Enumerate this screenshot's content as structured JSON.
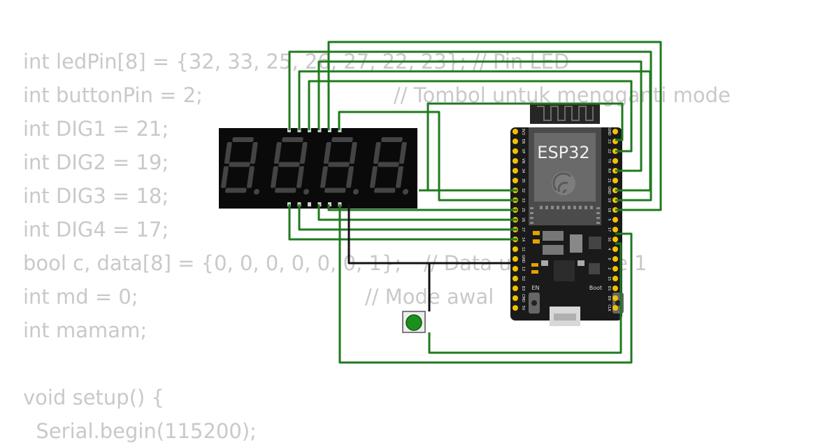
{
  "code": {
    "lines": [
      "int ledPin[8] = {32, 33, 25, 26, 27, 22, 23}; // Pin LED",
      "int buttonPin = 2;",
      "int DIG1 = 21;",
      "int DIG2 = 19;",
      "int DIG3 = 18;",
      "int DIG4 = 17;",
      "bool c, data[8] = {0, 0, 0, 0, 0, 0, 1};",
      "int md = 0;",
      "int mamam;",
      "",
      "void setup() {",
      "  Serial.begin(115200);"
    ],
    "comments": {
      "button": "// Tombol untuk mengganti mode",
      "data": "// Data u",
      "data_tail": "e 1",
      "mode": "// Mode awal"
    }
  },
  "board": {
    "module_label": "ESP32",
    "en_label": "EN",
    "boot_label": "Boot",
    "left_pins": [
      "3V3",
      "EN",
      "VP",
      "VN",
      "34",
      "35",
      "32",
      "33",
      "25",
      "26",
      "27",
      "14",
      "12",
      "GND",
      "13",
      "D2",
      "D3",
      "CMD",
      "5V"
    ],
    "right_pins": [
      "GND",
      "23",
      "22",
      "TX",
      "RX",
      "21",
      "GND",
      "19",
      "18",
      "5",
      "17",
      "16",
      "4",
      "0",
      "2",
      "15",
      "D1",
      "D0",
      "CLK"
    ]
  },
  "display": {
    "digits": 4
  },
  "colors": {
    "wire_green": "#1f7a1f",
    "wire_black": "#111111",
    "board": "#1a1a1a",
    "pin_gold": "#f2c200",
    "segment_off": "#444444",
    "code_text": "#c9c9c9",
    "button_green": "#1c8f1c"
  },
  "icons": {
    "logo": "espressif-logo-icon",
    "antenna": "pcb-antenna-icon"
  }
}
